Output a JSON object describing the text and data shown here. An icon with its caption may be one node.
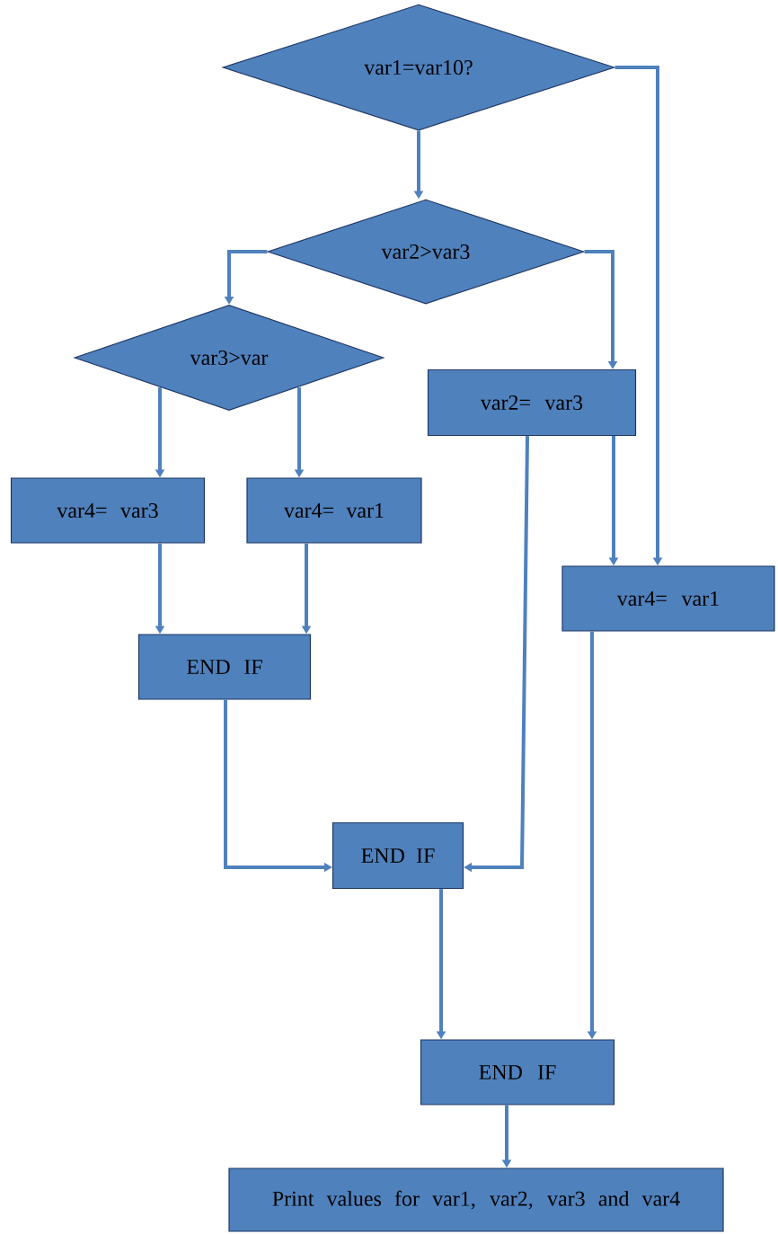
{
  "diagram": {
    "nodes": [
      {
        "text": [
          "var1=var10?"
        ]
      },
      {
        "text": [
          "var2>var3"
        ]
      },
      {
        "text": [
          "var3>var"
        ]
      },
      {
        "text": [
          "var2= var3"
        ]
      },
      {
        "text": [
          "var4= var3"
        ]
      },
      {
        "text": [
          "var4= var1"
        ]
      },
      {
        "text": [
          "var4= var1"
        ]
      },
      {
        "text": [
          "END IF"
        ]
      },
      {
        "text": [
          "END IF"
        ]
      },
      {
        "text": [
          "END IF"
        ]
      },
      {
        "text": [
          "Print values for var1, var2, var3 and var4"
        ]
      }
    ],
    "edges": [
      {
        "from": 0,
        "to": 6,
        "arrow": "to"
      },
      {
        "from": 0,
        "to": 1,
        "arrow": "to"
      },
      {
        "from": 1,
        "to": 2,
        "arrow": "to"
      },
      {
        "from": 1,
        "to": 3,
        "arrow": "to"
      },
      {
        "from": 2,
        "to": 4,
        "arrow": "to"
      },
      {
        "from": 2,
        "to": 5,
        "arrow": "to"
      },
      {
        "from": 3,
        "to": 8,
        "arrow": "to"
      },
      {
        "from": 3,
        "to": 6,
        "arrow": "to"
      },
      {
        "from": 4,
        "to": 7,
        "arrow": "to"
      },
      {
        "from": 5,
        "to": 7,
        "arrow": "to"
      },
      {
        "from": 7,
        "to": 8,
        "arrow": "to"
      },
      {
        "from": 6,
        "to": 9,
        "arrow": "to"
      },
      {
        "from": 8,
        "to": 9,
        "arrow": "to"
      },
      {
        "from": 9,
        "to": 10,
        "arrow": "to"
      }
    ]
  }
}
